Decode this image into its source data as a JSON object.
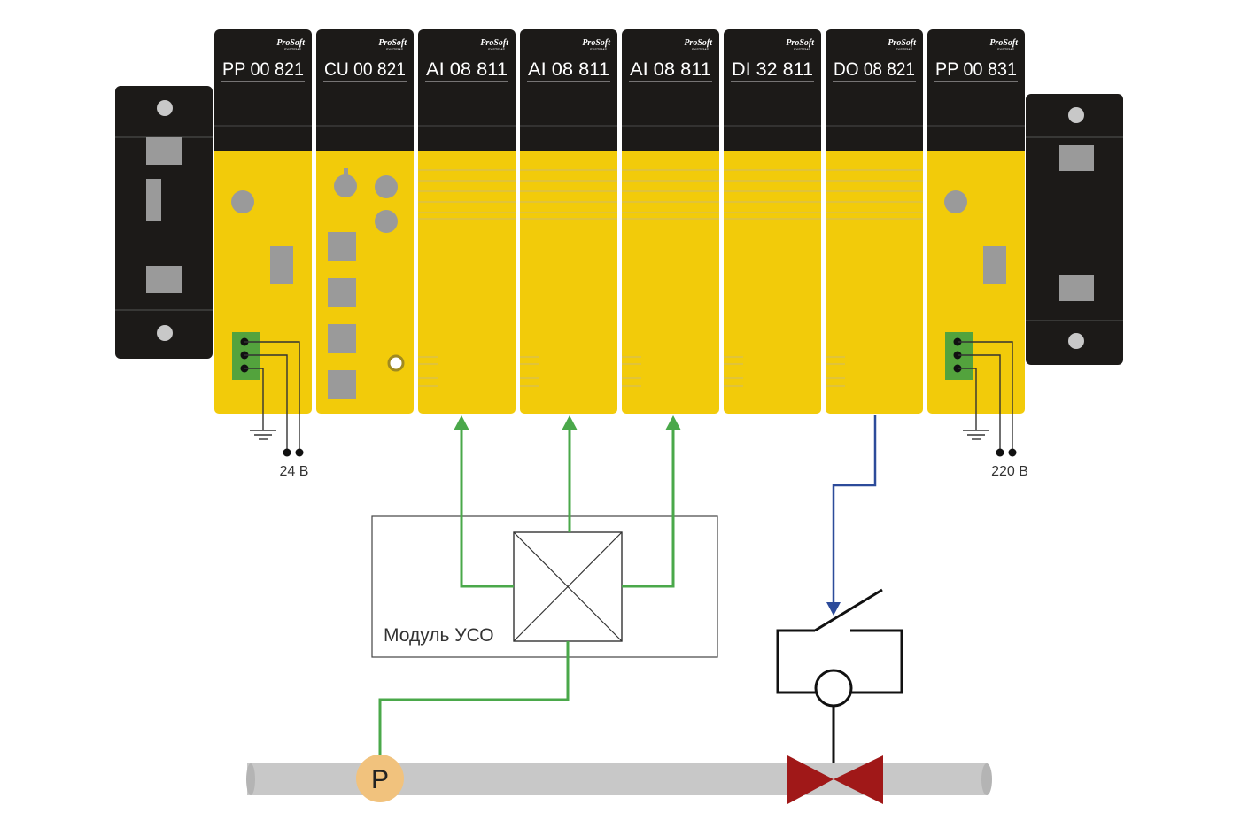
{
  "brand": {
    "name": "ProSoft",
    "sub": "SYSTEMS"
  },
  "modules": [
    {
      "id": "pp-00-821",
      "title": "PP 00 821",
      "type": "power"
    },
    {
      "id": "cu-00-821",
      "title": "CU 00 821",
      "type": "cpu"
    },
    {
      "id": "ai-08-811-a",
      "title": "AI 08 811",
      "type": "analog-in"
    },
    {
      "id": "ai-08-811-b",
      "title": "AI 08 811",
      "type": "analog-in"
    },
    {
      "id": "ai-08-811-c",
      "title": "AI 08 811",
      "type": "analog-in"
    },
    {
      "id": "di-32-811",
      "title": "DI 32 811",
      "type": "digital-in"
    },
    {
      "id": "do-08-821",
      "title": "DO 08 821",
      "type": "digital-out"
    },
    {
      "id": "pp-00-831",
      "title": "PP 00 831",
      "type": "power"
    }
  ],
  "power": {
    "left_voltage": "24 В",
    "right_voltage": "220 В"
  },
  "uso": {
    "label": "Модуль УСО"
  },
  "sensor": {
    "label": "P"
  },
  "colors": {
    "module_yellow": "#f2cb0a",
    "module_black": "#1c1a18",
    "signal_green": "#4aa84a",
    "signal_blue": "#2c4b9a",
    "valve_red": "#a01818",
    "pipe_gray": "#c8c8c8",
    "sensor_fill": "#f1c27d",
    "terminal_green": "#53a33d"
  }
}
